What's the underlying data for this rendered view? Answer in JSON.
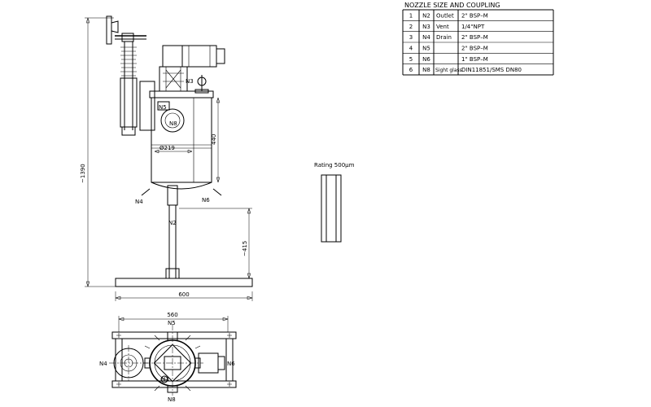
{
  "nozzle_table": {
    "title": "NOZZLE SIZE AND COUPLING",
    "rows": [
      {
        "no": "1",
        "tag": "N2",
        "use": "Outlet",
        "size": "2\" BSP–M"
      },
      {
        "no": "2",
        "tag": "N3",
        "use": "Vent",
        "size": "1/4\"NPT"
      },
      {
        "no": "3",
        "tag": "N4",
        "use": "Drain",
        "size": "2\" BSP–M"
      },
      {
        "no": "4",
        "tag": "N5",
        "use": "",
        "size": "2\" BSP–M"
      },
      {
        "no": "5",
        "tag": "N6",
        "use": "",
        "size": "1\" BSP–M"
      },
      {
        "no": "6",
        "tag": "N8",
        "use": "Sight glass",
        "size": "DIN11851/SMS DN80"
      }
    ]
  },
  "front_view": {
    "labels": {
      "n3": "N3",
      "n5": "N5",
      "n8": "N8",
      "n4": "N4",
      "n6": "N6",
      "n2": "N2",
      "dia": "Ø219"
    },
    "dims": {
      "overall_height": "~1390",
      "tank_height": "440",
      "outlet_height": "~415",
      "base_width": "600"
    }
  },
  "rating_view": {
    "label": "Rating  500µm"
  },
  "top_view": {
    "labels": {
      "n5": "N5",
      "n4": "N4",
      "n6": "N6",
      "n3": "N3",
      "n8": "N8"
    },
    "dims": {
      "width": "560"
    }
  }
}
